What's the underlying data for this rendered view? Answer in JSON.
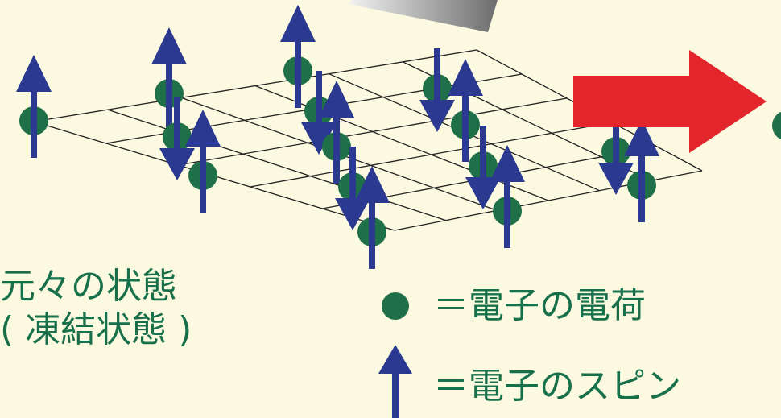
{
  "labels": {
    "state_line1": "元々の状態",
    "state_line2": "( 凍結状態 )"
  },
  "legend": {
    "charge_text": "＝電子の電荷",
    "spin_text": "＝電子のスピン"
  },
  "colors": {
    "background": "#fbf9e0",
    "electron_charge": "#1f6f48",
    "electron_spin": "#2b3990",
    "transition_arrow": "#e3262b",
    "grid_line": "#222222",
    "beam": "#8e8e8e",
    "label_text": "#17704a"
  },
  "icons": {
    "charge": "filled-circle",
    "spin": "up-arrow",
    "transition": "right-arrow"
  }
}
